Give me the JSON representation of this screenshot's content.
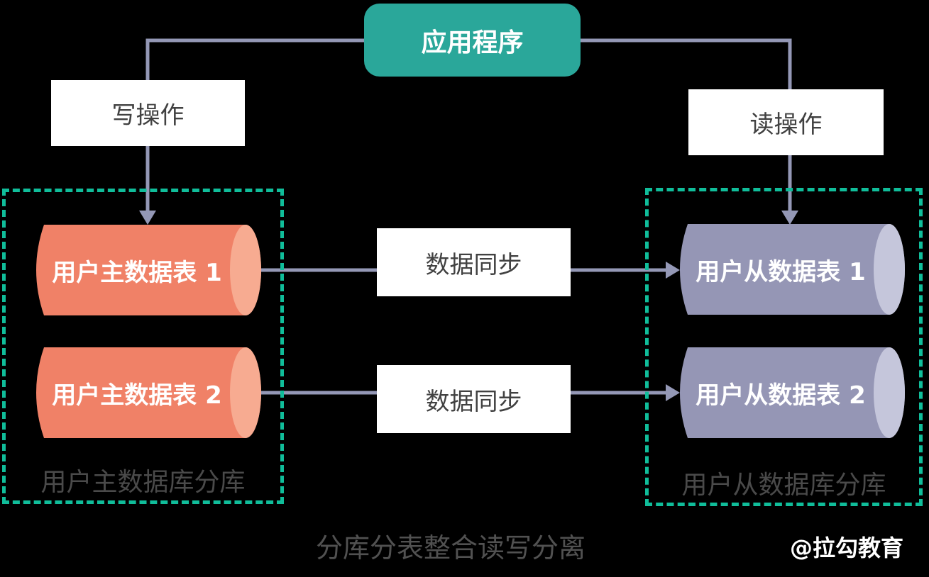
{
  "colors": {
    "background": "#000000",
    "app_box": "#2aa79a",
    "app_box_text": "#ffffff",
    "container_dash": "#10bd9a",
    "master_cylinder": "#f08167",
    "master_cylinder_end": "#f7ab91",
    "replica_cylinder": "#9596b5",
    "replica_cylinder_end": "#c5c6db",
    "connector": "#9498b6",
    "label_box_bg": "#ffffff",
    "label_box_text": "#414141",
    "container_label_text": "#4a4a4a",
    "cylinder_text": "#ffffff",
    "caption_text": "#515151",
    "watermark_text": "#ffffff"
  },
  "app": {
    "label": "应用程序"
  },
  "operations": {
    "write": "写操作",
    "read": "读操作"
  },
  "sync_labels": [
    "数据同步",
    "数据同步"
  ],
  "master_group": {
    "label": "用户主数据库分库",
    "tables": [
      "用户主数据表 1",
      "用户主数据表 2"
    ]
  },
  "replica_group": {
    "label": "用户从数据库分库",
    "tables": [
      "用户从数据表 1",
      "用户从数据表 2"
    ]
  },
  "caption": "分库分表整合读写分离",
  "watermark": "@拉勾教育"
}
